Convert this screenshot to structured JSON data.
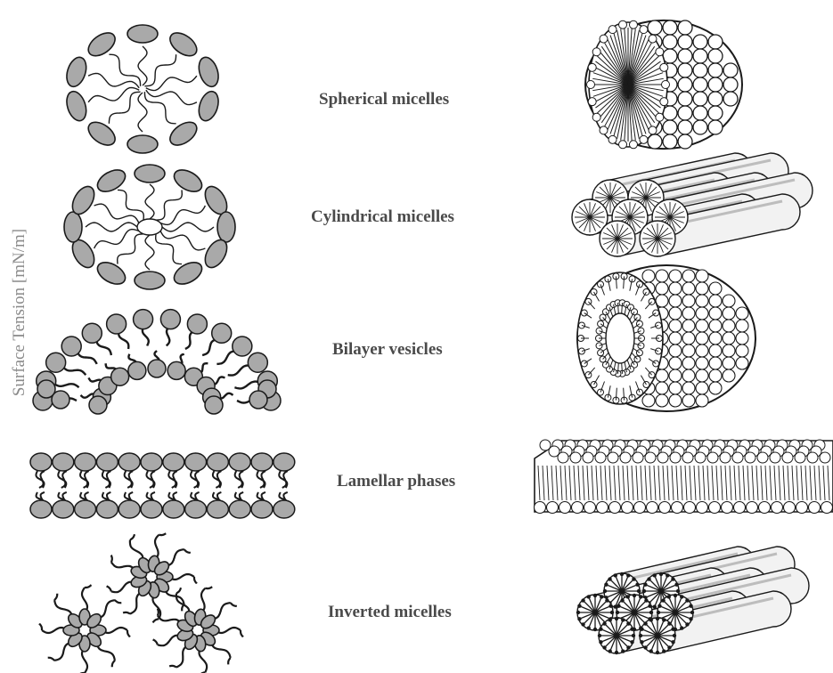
{
  "side_label": "Surface Tension [mN/m]",
  "structures": [
    {
      "id": "spherical",
      "label": "Spherical micelles"
    },
    {
      "id": "cylindrical",
      "label": "Cylindrical micelles"
    },
    {
      "id": "bilayer",
      "label": "Bilayer vesicles"
    },
    {
      "id": "lamellar",
      "label": "Lamellar phases"
    },
    {
      "id": "inverted",
      "label": "Inverted micelles"
    }
  ],
  "colors": {
    "head_fill": "#a9a9a9",
    "line": "#1a1a1a",
    "label_text": "#4a4a4a"
  }
}
